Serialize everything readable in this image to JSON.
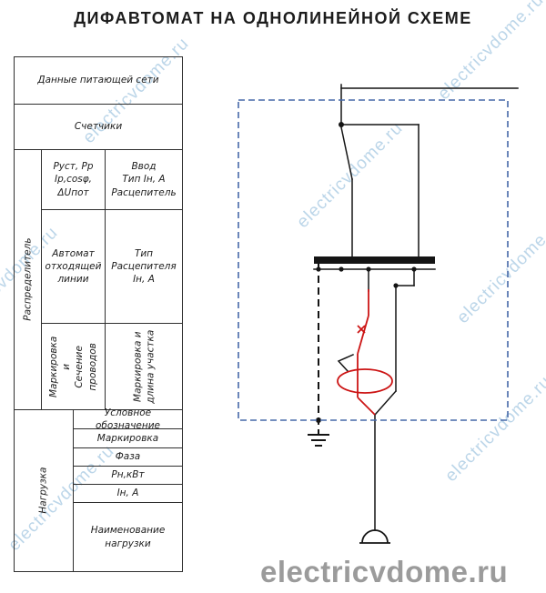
{
  "title": "ДИФАВТОМАТ НА ОДНОЛИНЕЙНОЙ СХЕМЕ",
  "watermark": {
    "text": "electricvdome.ru"
  },
  "footer": {
    "site": "electricvdome.ru"
  },
  "colors": {
    "schematic_border": "#4668a8",
    "breaker_red": "#cc1414",
    "watermark_blue": "#b9d4e8",
    "brand_gray": "#9b9b9b",
    "line_black": "#141414"
  },
  "table": {
    "supply_row": "Данные питающей сети",
    "meters_row": "Счетчики",
    "distributor": {
      "label": "Распределитель",
      "params_cell": "Руст, Рр\nIр,cosφ,\nΔUпот",
      "input_cell": "Ввод\nТип Iн, А\nРасцепитель",
      "outgoing_cell": "Автомат\nотходящей\nлинии",
      "trip_cell": "Тип\nРасцепителя\nIн, А",
      "marking_wires_cell": "Маркировка и\nСечение проводов",
      "marking_length_cell": "Маркировка и\nдлина участка"
    },
    "load": {
      "label": "Нагрузка",
      "rows": [
        "Условное обозначение",
        "Маркировка",
        "Фаза",
        "Рн,кВт",
        "Iн, А"
      ],
      "name_cell": "Наименование\nнагрузки"
    }
  }
}
